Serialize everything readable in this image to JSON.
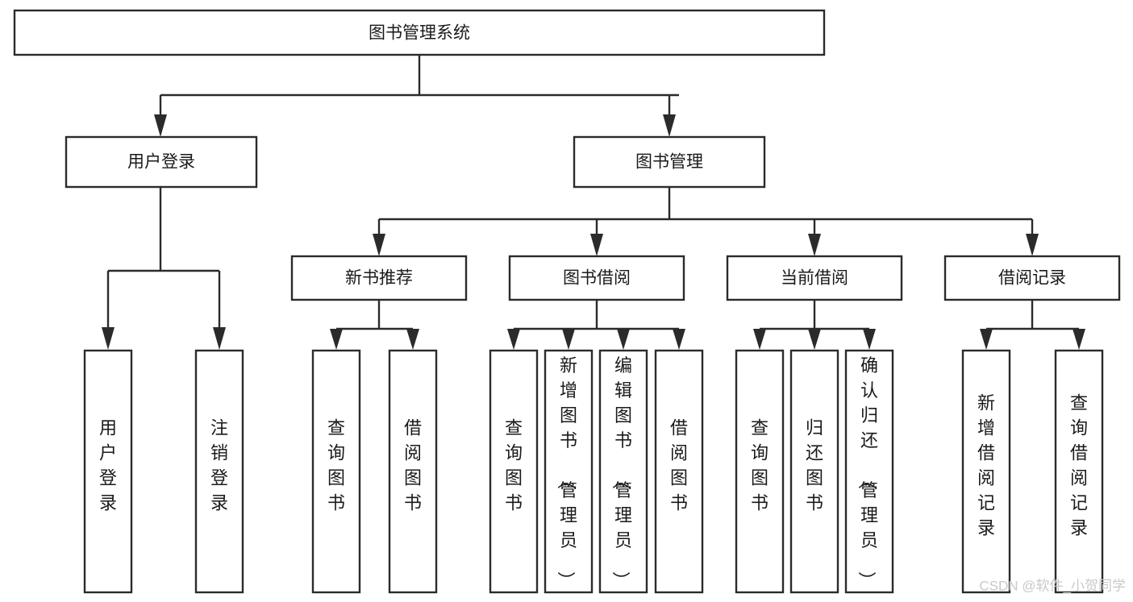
{
  "diagram": {
    "type": "tree-hierarchy",
    "title": "图书管理系统",
    "orientation": "top-down",
    "colors": {
      "box_fill": "#ffffff",
      "box_stroke": "#2b2b2b",
      "text": "#1a1a1a",
      "background": "#ffffff",
      "watermark": "#c9c9c9"
    },
    "levels": [
      {
        "level": 1,
        "nodes": [
          {
            "id": "root",
            "label": "图书管理系统",
            "orientation": "horizontal"
          }
        ]
      },
      {
        "level": 2,
        "nodes": [
          {
            "id": "user-login",
            "label": "用户登录",
            "orientation": "horizontal",
            "parent": "root"
          },
          {
            "id": "book-manage",
            "label": "图书管理",
            "orientation": "horizontal",
            "parent": "root"
          }
        ]
      },
      {
        "level": 3,
        "nodes": [
          {
            "id": "new-book-rec",
            "label": "新书推荐",
            "orientation": "horizontal",
            "parent": "book-manage"
          },
          {
            "id": "book-borrow",
            "label": "图书借阅",
            "orientation": "horizontal",
            "parent": "book-manage"
          },
          {
            "id": "current-borrow",
            "label": "当前借阅",
            "orientation": "horizontal",
            "parent": "book-manage"
          },
          {
            "id": "borrow-record",
            "label": "借阅记录",
            "orientation": "horizontal",
            "parent": "book-manage"
          }
        ]
      },
      {
        "level": 4,
        "nodes": [
          {
            "id": "leaf-user-login",
            "label": "用户登录",
            "orientation": "vertical",
            "parent": "user-login"
          },
          {
            "id": "leaf-logout",
            "label": "注销登录",
            "orientation": "vertical",
            "parent": "user-login"
          },
          {
            "id": "leaf-query-book-1",
            "label": "查询图书",
            "orientation": "vertical",
            "parent": "new-book-rec"
          },
          {
            "id": "leaf-borrow-book-1",
            "label": "借阅图书",
            "orientation": "vertical",
            "parent": "new-book-rec"
          },
          {
            "id": "leaf-query-book-2",
            "label": "查询图书",
            "orientation": "vertical",
            "parent": "book-borrow"
          },
          {
            "id": "leaf-add-book",
            "label": "新增图书（管理员）",
            "orientation": "vertical",
            "parent": "book-borrow"
          },
          {
            "id": "leaf-edit-book",
            "label": "编辑图书（管理员）",
            "orientation": "vertical",
            "parent": "book-borrow"
          },
          {
            "id": "leaf-borrow-book-2",
            "label": "借阅图书",
            "orientation": "vertical",
            "parent": "book-borrow"
          },
          {
            "id": "leaf-query-book-3",
            "label": "查询图书",
            "orientation": "vertical",
            "parent": "current-borrow"
          },
          {
            "id": "leaf-return-book",
            "label": "归还图书",
            "orientation": "vertical",
            "parent": "current-borrow"
          },
          {
            "id": "leaf-confirm-return",
            "label": "确认归还（管理员）",
            "orientation": "vertical",
            "parent": "current-borrow"
          },
          {
            "id": "leaf-add-record",
            "label": "新增借阅记录",
            "orientation": "vertical",
            "parent": "borrow-record"
          },
          {
            "id": "leaf-query-record",
            "label": "查询借阅记录",
            "orientation": "vertical",
            "parent": "borrow-record"
          }
        ]
      }
    ]
  },
  "watermark": {
    "text": "CSDN @软件_小贺同学"
  }
}
